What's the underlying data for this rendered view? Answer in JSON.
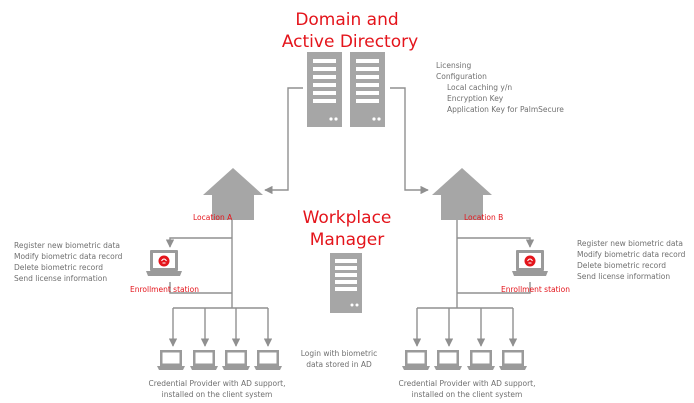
{
  "domain": {
    "title_line1": "Domain and",
    "title_line2": "Active Directory",
    "info_lines": [
      "Licensing",
      "Configuration",
      "Local caching y/n",
      "Encryption Key",
      "Application Key for PalmSecure"
    ]
  },
  "workplace_manager": {
    "title_line1": "Workplace",
    "title_line2": "Manager",
    "login_line1": "Login with biometric",
    "login_line2": "data stored in AD"
  },
  "location_a": {
    "label": "Location A",
    "enrollment_label": "Enrollment station",
    "tasks": [
      "Register new biometric data",
      "Modify biometric data record",
      "Delete biometric record",
      "Send license information"
    ],
    "clients_line1": "Credential Provider with AD support,",
    "clients_line2": "installed on the client system"
  },
  "location_b": {
    "label": "Location B",
    "enrollment_label": "Enrollment station",
    "tasks": [
      "Register new biometric data",
      "Modify biometric data record",
      "Delete biometric record",
      "Send license information"
    ],
    "clients_line1": "Credential Provider with AD support,",
    "clients_line2": "installed on the client system"
  },
  "colors": {
    "accent_red": "#e4141b",
    "device_gray": "#9a9a9a",
    "text_gray": "#707070"
  }
}
